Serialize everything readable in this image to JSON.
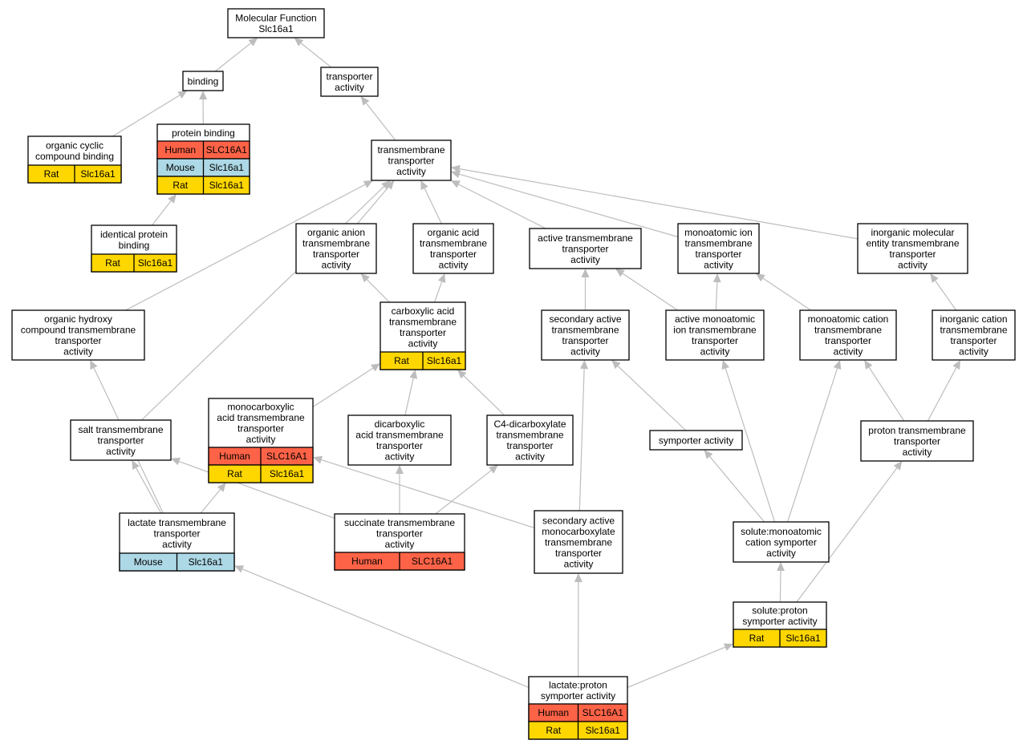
{
  "colors": {
    "Human": "#ff6347",
    "Mouse": "#add8e6",
    "Rat": "#ffd700",
    "edge": "#bdbdbd"
  },
  "nodes": [
    {
      "id": "mf",
      "lines": [
        "Molecular Function",
        "Slc16a1"
      ],
      "rows": []
    },
    {
      "id": "binding",
      "lines": [
        "binding"
      ],
      "rows": []
    },
    {
      "id": "transporter",
      "lines": [
        "transporter",
        "activity"
      ],
      "rows": []
    },
    {
      "id": "organic-cyclic",
      "lines": [
        "organic cyclic",
        "compound binding"
      ],
      "rows": [
        [
          "Rat",
          "Slc16a1"
        ]
      ]
    },
    {
      "id": "protein-binding",
      "lines": [
        "protein binding"
      ],
      "rows": [
        [
          "Human",
          "SLC16A1"
        ],
        [
          "Mouse",
          "Slc16a1"
        ],
        [
          "Rat",
          "Slc16a1"
        ]
      ]
    },
    {
      "id": "tm-transporter",
      "lines": [
        "transmembrane",
        "transporter",
        "activity"
      ],
      "rows": []
    },
    {
      "id": "identical-protein",
      "lines": [
        "identical protein",
        "binding"
      ],
      "rows": [
        [
          "Rat",
          "Slc16a1"
        ]
      ]
    },
    {
      "id": "organic-anion",
      "lines": [
        "organic anion",
        "transmembrane",
        "transporter",
        "activity"
      ],
      "rows": []
    },
    {
      "id": "organic-acid",
      "lines": [
        "organic acid",
        "transmembrane",
        "transporter",
        "activity"
      ],
      "rows": []
    },
    {
      "id": "active-tm",
      "lines": [
        "active transmembrane",
        "transporter",
        "activity"
      ],
      "rows": []
    },
    {
      "id": "monoatomic-ion",
      "lines": [
        "monoatomic ion",
        "transmembrane",
        "transporter",
        "activity"
      ],
      "rows": []
    },
    {
      "id": "inorganic-molecular",
      "lines": [
        "inorganic molecular",
        "entity transmembrane",
        "transporter",
        "activity"
      ],
      "rows": []
    },
    {
      "id": "organic-hydroxy",
      "lines": [
        "organic hydroxy",
        "compound transmembrane",
        "transporter",
        "activity"
      ],
      "rows": []
    },
    {
      "id": "carboxylic",
      "lines": [
        "carboxylic acid",
        "transmembrane",
        "transporter",
        "activity"
      ],
      "rows": [
        [
          "Rat",
          "Slc16a1"
        ]
      ]
    },
    {
      "id": "secondary-active",
      "lines": [
        "secondary active",
        "transmembrane",
        "transporter",
        "activity"
      ],
      "rows": []
    },
    {
      "id": "active-monoatomic",
      "lines": [
        "active monoatomic",
        "ion transmembrane",
        "transporter",
        "activity"
      ],
      "rows": []
    },
    {
      "id": "monoatomic-cation",
      "lines": [
        "monoatomic cation",
        "transmembrane",
        "transporter",
        "activity"
      ],
      "rows": []
    },
    {
      "id": "inorganic-cation",
      "lines": [
        "inorganic cation",
        "transmembrane",
        "transporter",
        "activity"
      ],
      "rows": []
    },
    {
      "id": "monocarboxylic",
      "lines": [
        "monocarboxylic",
        "acid transmembrane",
        "transporter",
        "activity"
      ],
      "rows": [
        [
          "Human",
          "SLC16A1"
        ],
        [
          "Rat",
          "Slc16a1"
        ]
      ]
    },
    {
      "id": "salt-tm",
      "lines": [
        "salt transmembrane",
        "transporter",
        "activity"
      ],
      "rows": []
    },
    {
      "id": "dicarboxylic",
      "lines": [
        "dicarboxylic",
        "acid transmembrane",
        "transporter",
        "activity"
      ],
      "rows": []
    },
    {
      "id": "c4-dicarboxylate",
      "lines": [
        "C4-dicarboxylate",
        "transmembrane",
        "transporter",
        "activity"
      ],
      "rows": []
    },
    {
      "id": "symporter",
      "lines": [
        "symporter activity"
      ],
      "rows": []
    },
    {
      "id": "proton-tm",
      "lines": [
        "proton transmembrane",
        "transporter",
        "activity"
      ],
      "rows": []
    },
    {
      "id": "lactate-tm",
      "lines": [
        "lactate transmembrane",
        "transporter",
        "activity"
      ],
      "rows": [
        [
          "Mouse",
          "Slc16a1"
        ]
      ]
    },
    {
      "id": "succinate-tm",
      "lines": [
        "succinate transmembrane",
        "transporter",
        "activity"
      ],
      "rows": [
        [
          "Human",
          "SLC16A1"
        ]
      ]
    },
    {
      "id": "secondary-mono",
      "lines": [
        "secondary active",
        "monocarboxylate",
        "transmembrane",
        "transporter",
        "activity"
      ],
      "rows": []
    },
    {
      "id": "solute-monoatomic",
      "lines": [
        "solute:monoatomic",
        "cation symporter",
        "activity"
      ],
      "rows": []
    },
    {
      "id": "solute-proton",
      "lines": [
        "solute:proton",
        "symporter activity"
      ],
      "rows": [
        [
          "Rat",
          "Slc16a1"
        ]
      ]
    },
    {
      "id": "lactate-proton",
      "lines": [
        "lactate:proton",
        "symporter activity"
      ],
      "rows": [
        [
          "Human",
          "SLC16A1"
        ],
        [
          "Rat",
          "Slc16a1"
        ]
      ]
    }
  ],
  "edges": [
    [
      "binding",
      "mf"
    ],
    [
      "transporter",
      "mf"
    ],
    [
      "organic-cyclic",
      "binding"
    ],
    [
      "protein-binding",
      "binding"
    ],
    [
      "tm-transporter",
      "transporter"
    ],
    [
      "identical-protein",
      "protein-binding"
    ],
    [
      "organic-anion",
      "tm-transporter"
    ],
    [
      "organic-acid",
      "tm-transporter"
    ],
    [
      "active-tm",
      "tm-transporter"
    ],
    [
      "monoatomic-ion",
      "tm-transporter"
    ],
    [
      "inorganic-molecular",
      "tm-transporter"
    ],
    [
      "organic-hydroxy",
      "tm-transporter"
    ],
    [
      "salt-tm",
      "tm-transporter"
    ],
    [
      "carboxylic",
      "organic-anion"
    ],
    [
      "carboxylic",
      "organic-acid"
    ],
    [
      "secondary-active",
      "active-tm"
    ],
    [
      "active-monoatomic",
      "active-tm"
    ],
    [
      "active-monoatomic",
      "monoatomic-ion"
    ],
    [
      "monoatomic-cation",
      "monoatomic-ion"
    ],
    [
      "inorganic-cation",
      "inorganic-molecular"
    ],
    [
      "monocarboxylic",
      "carboxylic"
    ],
    [
      "dicarboxylic",
      "carboxylic"
    ],
    [
      "c4-dicarboxylate",
      "carboxylic"
    ],
    [
      "symporter",
      "secondary-active"
    ],
    [
      "proton-tm",
      "monoatomic-cation"
    ],
    [
      "proton-tm",
      "inorganic-cation"
    ],
    [
      "lactate-tm",
      "organic-hydroxy"
    ],
    [
      "lactate-tm",
      "salt-tm"
    ],
    [
      "lactate-tm",
      "monocarboxylic"
    ],
    [
      "succinate-tm",
      "dicarboxylic"
    ],
    [
      "succinate-tm",
      "c4-dicarboxylate"
    ],
    [
      "succinate-tm",
      "salt-tm"
    ],
    [
      "secondary-mono",
      "secondary-active"
    ],
    [
      "secondary-mono",
      "monocarboxylic"
    ],
    [
      "solute-monoatomic",
      "symporter"
    ],
    [
      "solute-monoatomic",
      "active-monoatomic"
    ],
    [
      "solute-monoatomic",
      "monoatomic-cation"
    ],
    [
      "solute-proton",
      "solute-monoatomic"
    ],
    [
      "solute-proton",
      "proton-tm"
    ],
    [
      "lactate-proton",
      "lactate-tm"
    ],
    [
      "lactate-proton",
      "secondary-mono"
    ],
    [
      "lactate-proton",
      "solute-proton"
    ]
  ]
}
